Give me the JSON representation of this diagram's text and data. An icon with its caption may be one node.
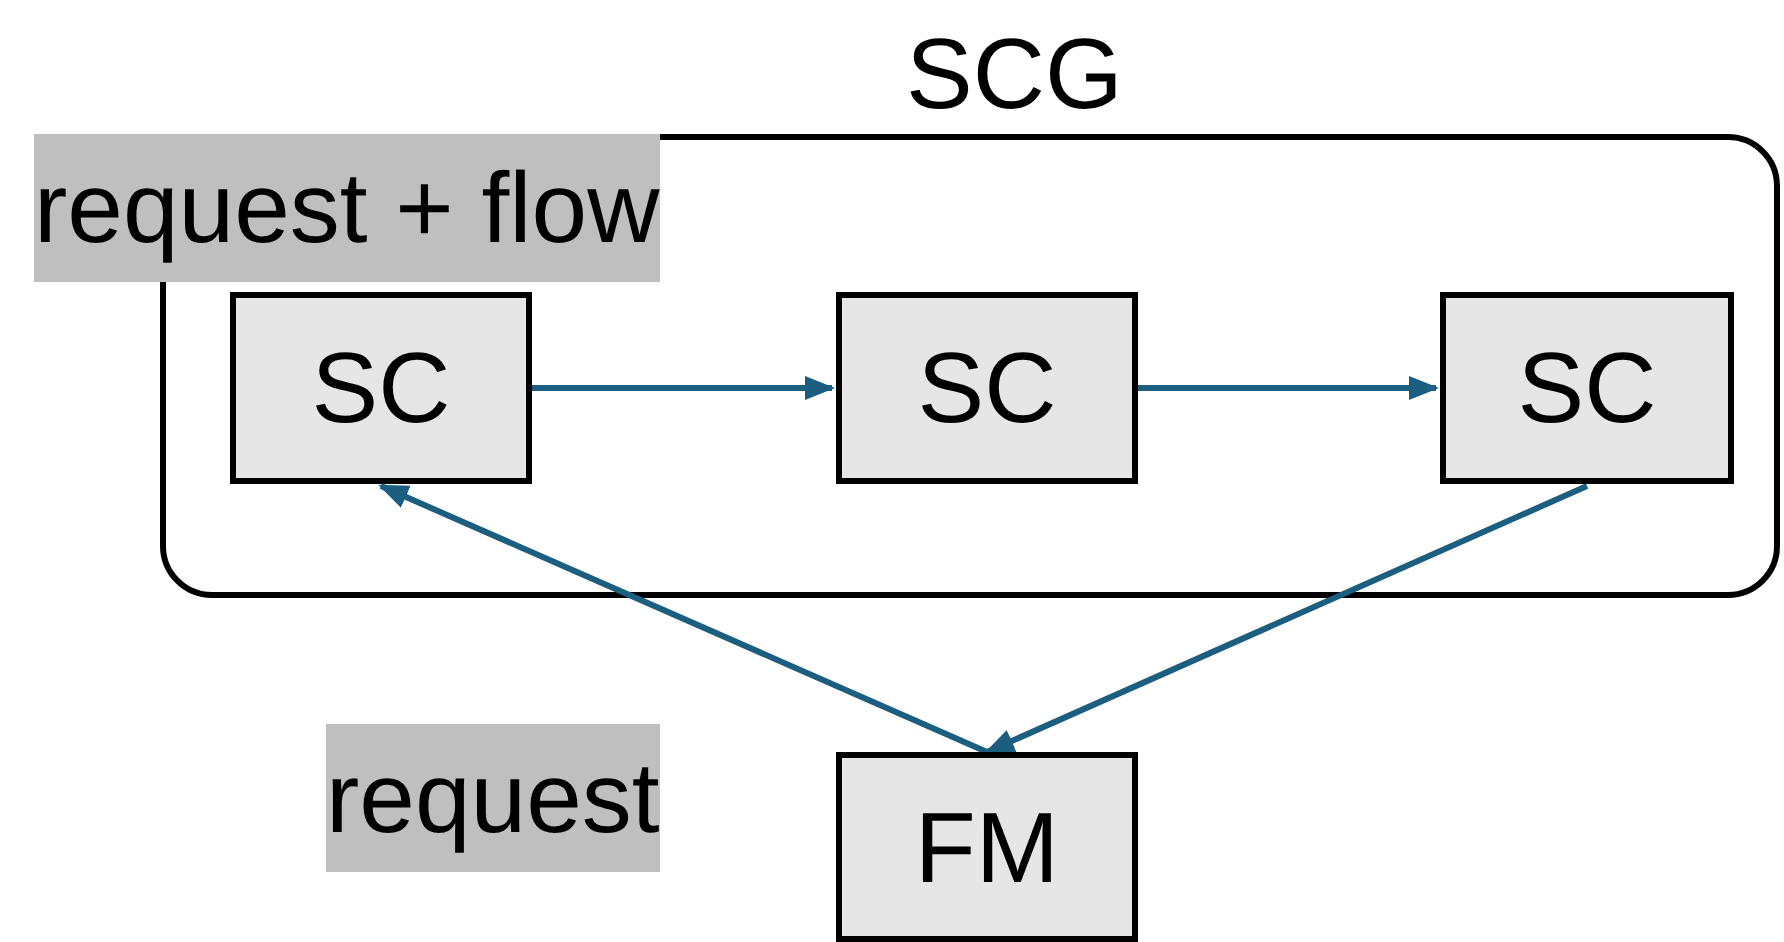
{
  "diagram": {
    "nodes": [
      {
        "text": [
          "SCG"
        ]
      },
      {
        "text": [
          "SC"
        ],
        "in": 0
      },
      {
        "text": [
          "SC"
        ],
        "in": 0
      },
      {
        "text": [
          "SC"
        ],
        "in": 0
      },
      {
        "text": [
          "FM"
        ]
      }
    ],
    "edges": [
      {
        "from": 1,
        "to": 2,
        "arrow": "to"
      },
      {
        "from": 2,
        "to": 3,
        "arrow": "to"
      },
      {
        "from": 4,
        "to": 1,
        "arrow": "to"
      },
      {
        "from": 3,
        "to": 4,
        "arrow": "to"
      }
    ],
    "labels": [
      "request + flow",
      "request"
    ]
  }
}
